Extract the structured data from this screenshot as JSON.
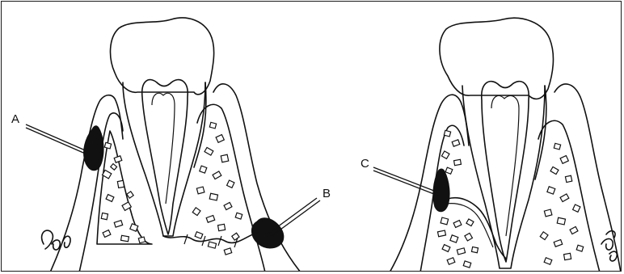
{
  "figure": {
    "labels": {
      "a": "A",
      "b": "B",
      "c": "C"
    },
    "signature_left": "Bob",
    "signature_right": "Bob"
  }
}
